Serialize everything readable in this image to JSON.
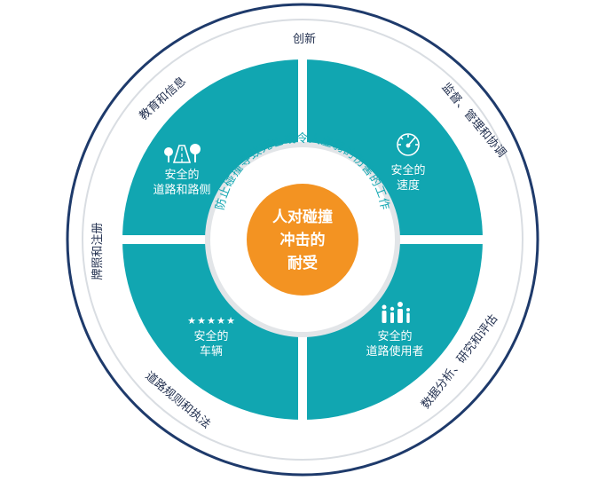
{
  "center": {
    "line1": "人对碰撞",
    "line2": "冲击的",
    "line3": "耐受"
  },
  "inner_ring_text": "防止碰撞导致死亡或令人虚弱的伤害的工作",
  "quadrants": {
    "top_left": {
      "line1": "安全的",
      "line2": "道路和路侧",
      "icon": "road-trees-icon"
    },
    "top_right": {
      "line1": "安全的",
      "line2": "速度",
      "icon": "speedometer-icon"
    },
    "bottom_left": {
      "line1": "安全的",
      "line2": "车辆",
      "icon": "five-stars-icon"
    },
    "bottom_right": {
      "line1": "安全的",
      "line2": "道路使用者",
      "icon": "family-icon"
    }
  },
  "outer_labels": {
    "top": "创新",
    "top_left": "教育和信息",
    "top_right": "监督、管理和协调",
    "left": "牌照和注册",
    "bottom_left": "道路规则和执法",
    "bottom_right": "数据分析、研究和评估"
  },
  "colors": {
    "teal": "#11a6b1",
    "navy": "#1e3a6b",
    "orange": "#f39322",
    "gray_ring": "#e2e5e8",
    "text_dark": "#1f2d4d"
  }
}
